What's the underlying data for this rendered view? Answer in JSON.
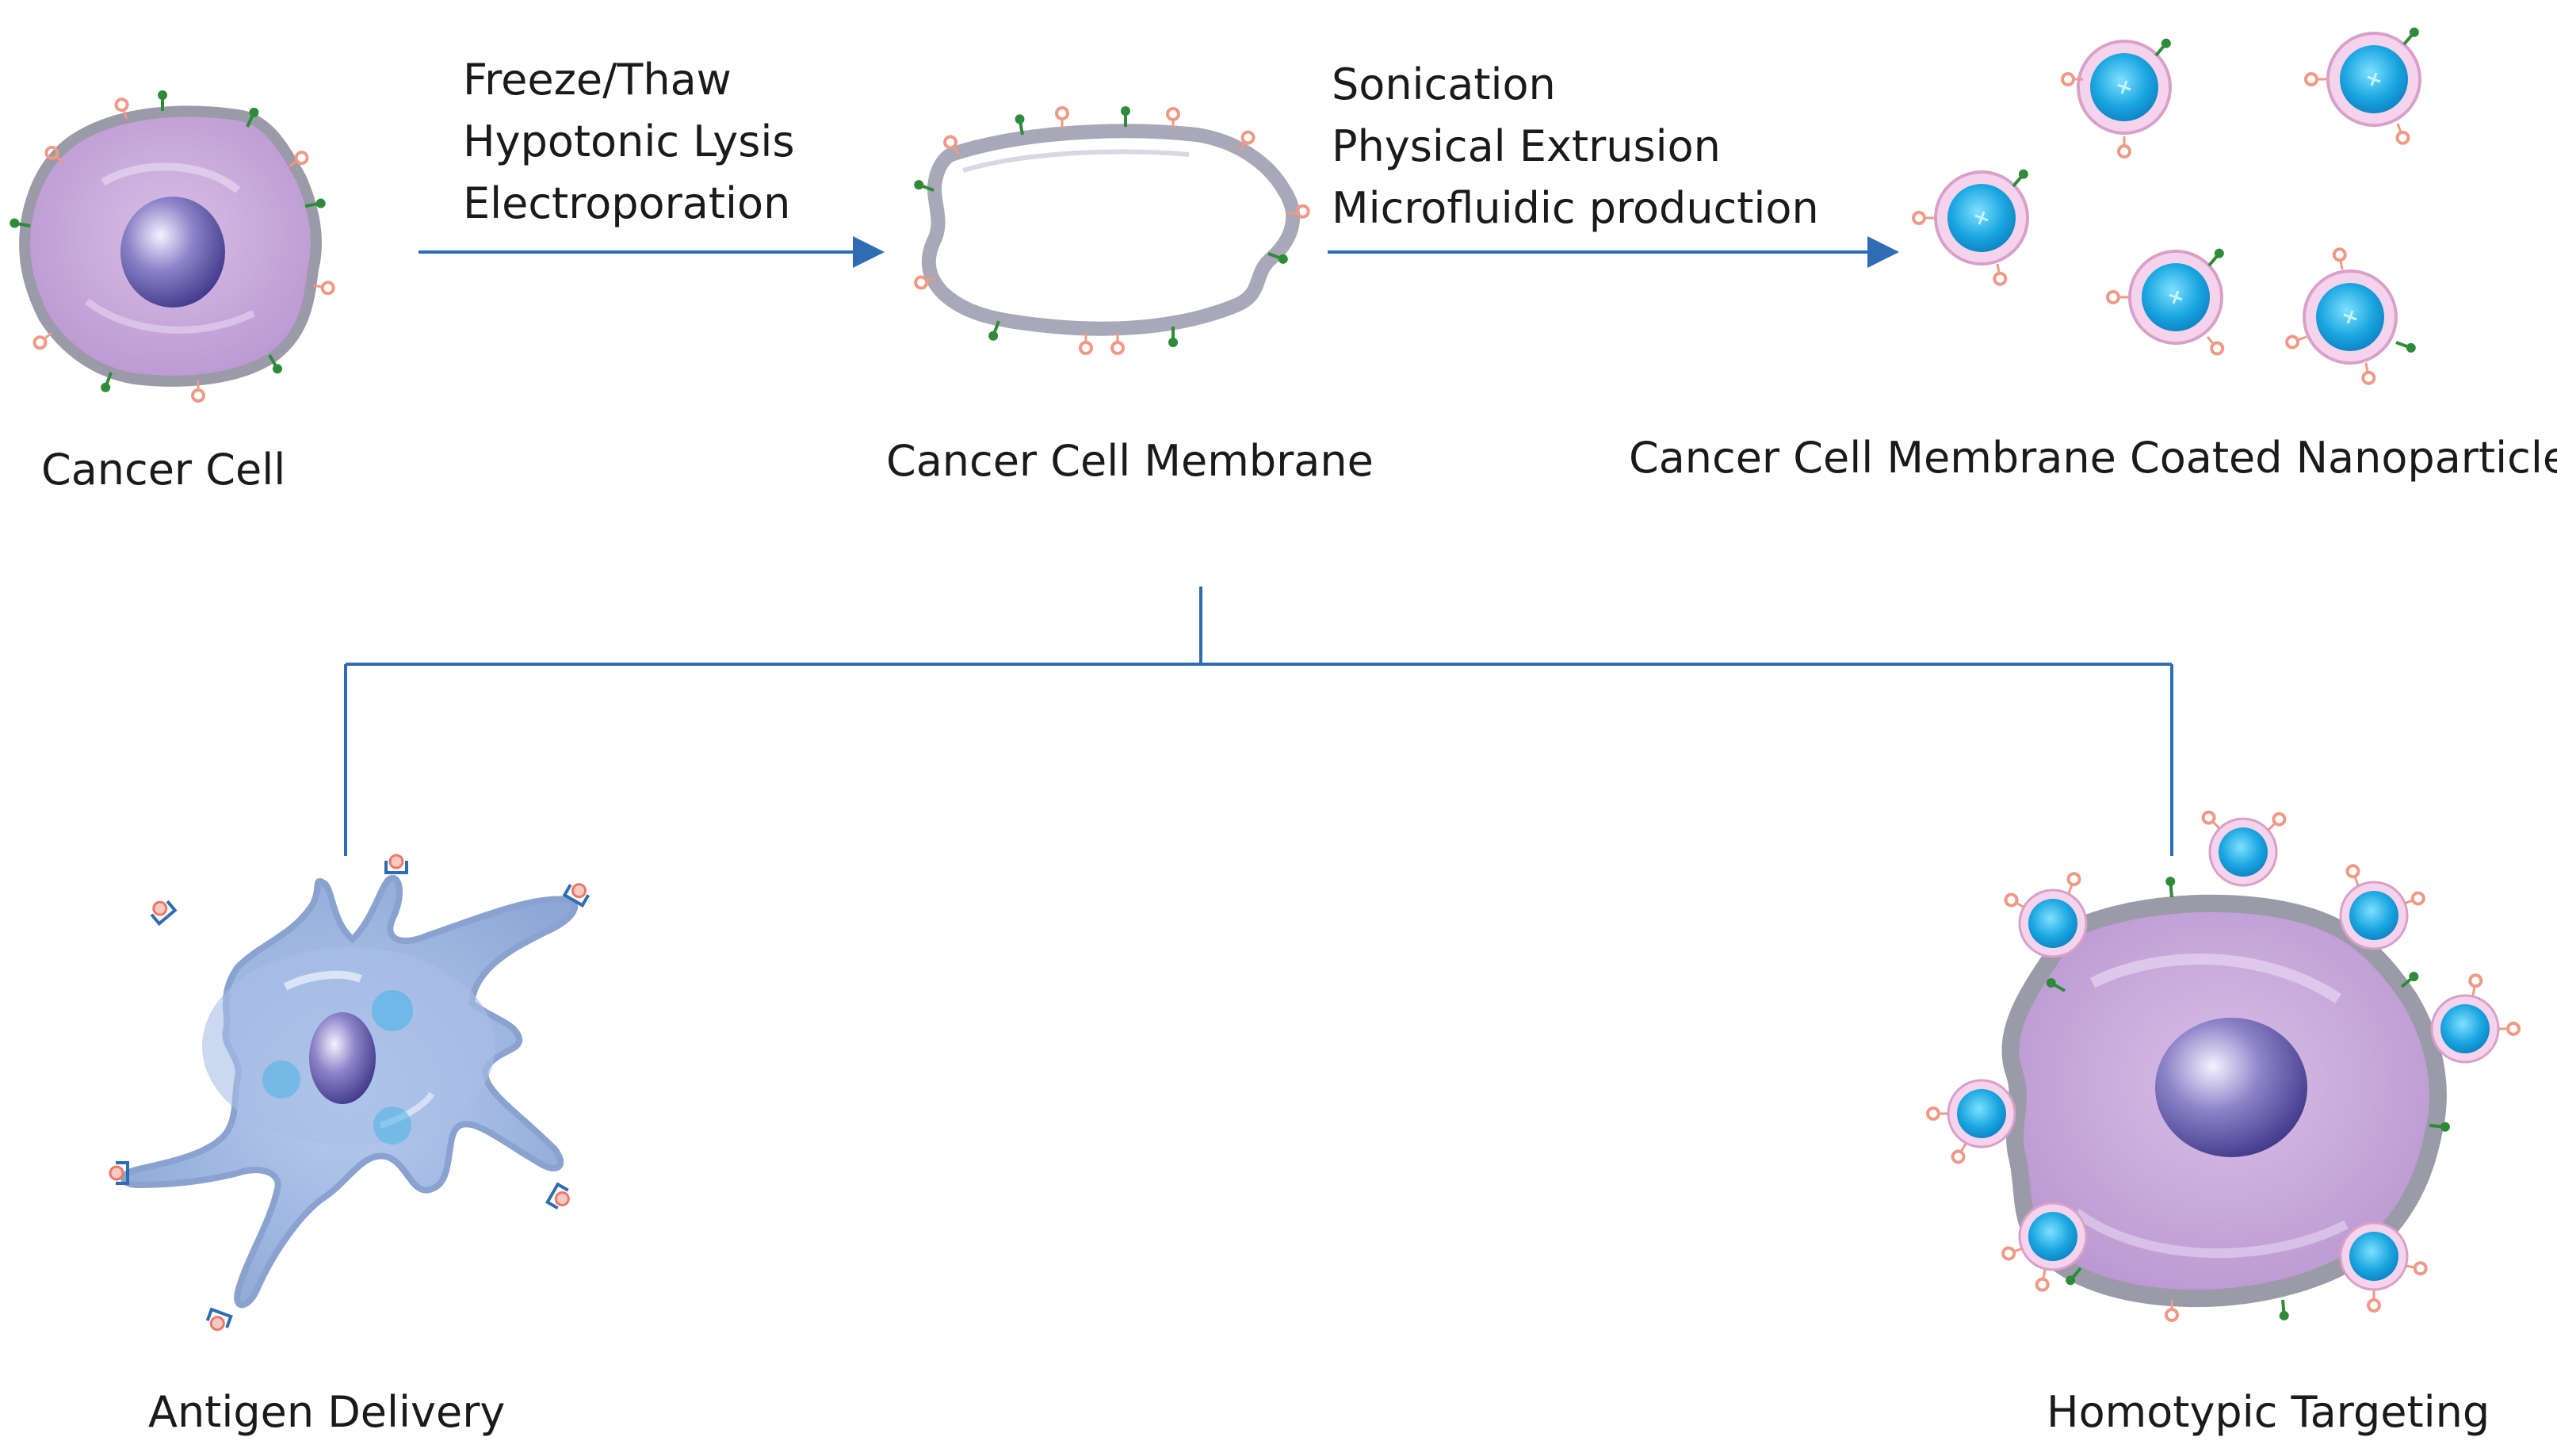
{
  "nodes": {
    "cancer_cell": "Cancer Cell",
    "membrane": "Cancer Cell Membrane",
    "nanoparticle": "Cancer Cell Membrane Coated Nanoparticle",
    "antigen_delivery": "Antigen Delivery",
    "homotypic_targeting": "Homotypic Targeting"
  },
  "step1_methods": [
    "Freeze/Thaw",
    "Hypotonic Lysis",
    "Electroporation"
  ],
  "step2_methods": [
    "Sonication",
    "Physical Extrusion",
    "Microfluidic production"
  ],
  "colors": {
    "arrow": "#2e6db4",
    "cell_body": "#c7a8d8",
    "cell_border": "#9a9aa8",
    "nucleus": "#6e63b0",
    "nanoparticle_core": "#1aa6e0",
    "nanoparticle_shell": "#f3c3e6",
    "dendritic_cell": "#9fb6de",
    "marker_green": "#2f8a3a",
    "marker_pink": "#ee9a86"
  }
}
